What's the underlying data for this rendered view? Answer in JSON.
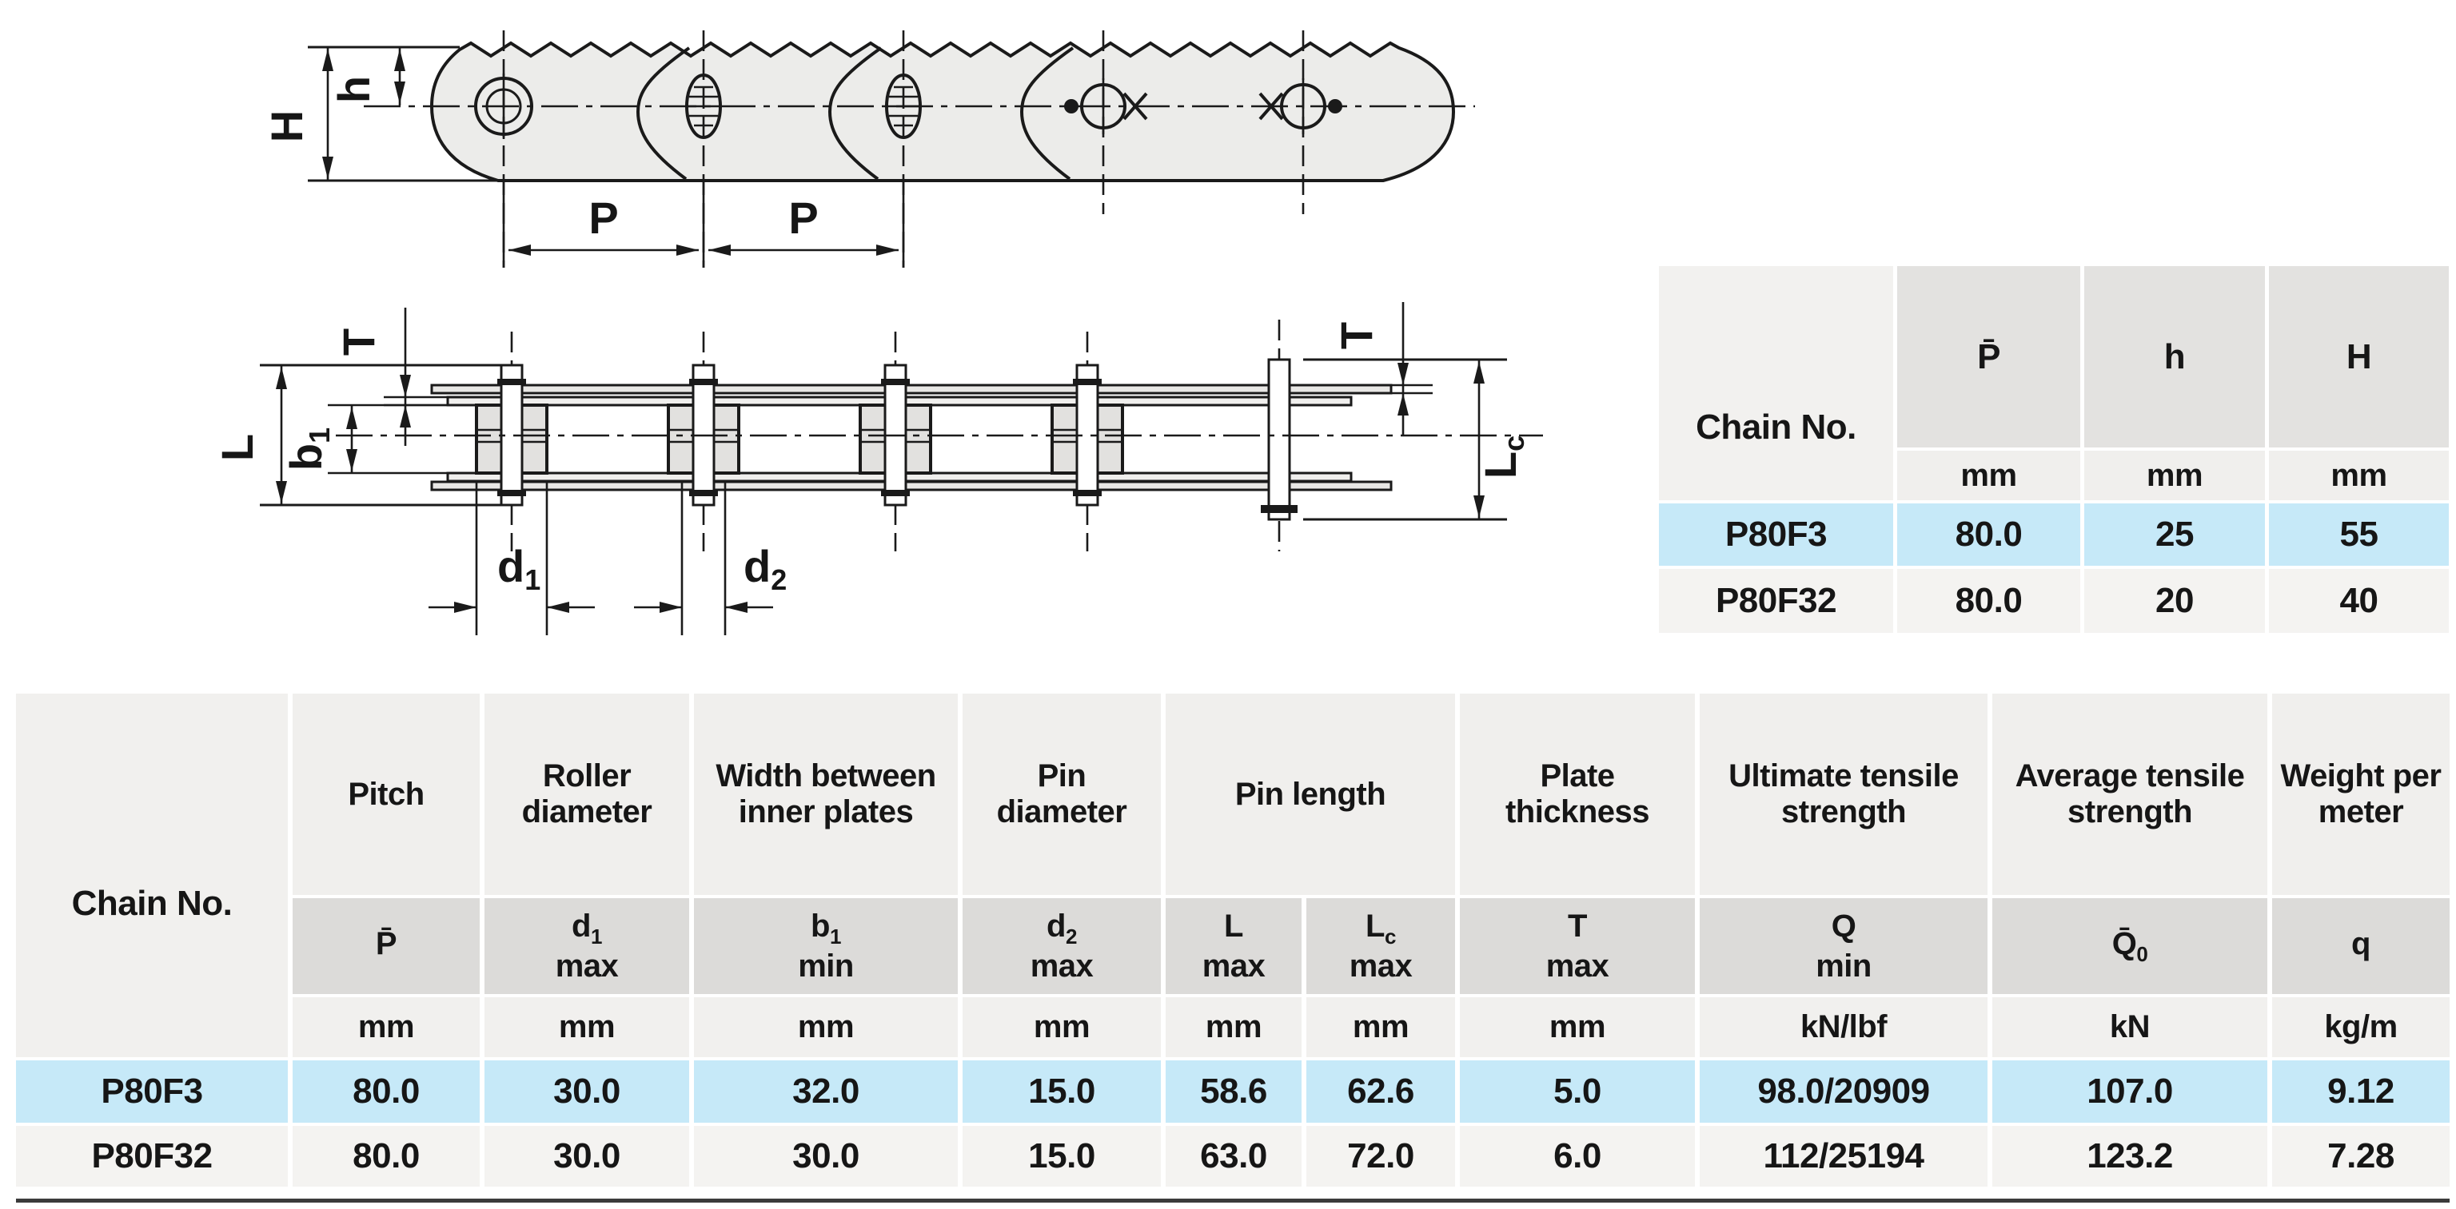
{
  "colors": {
    "highlight_row": "#c6e9f8",
    "header_gray": "#e3e2e0",
    "subheader_gray": "#dcdbd9",
    "cell_light": "#f1f0ee",
    "line": "#1a1a1a"
  },
  "side_view": {
    "labels": {
      "H": "H",
      "h": "h",
      "P_left": "P",
      "P_right": "P"
    }
  },
  "top_view": {
    "labels": {
      "T_left": "T",
      "T_right": "T",
      "L": "L",
      "b1_base": "b",
      "b1_sub": "1",
      "d1_base": "d",
      "d1_sub": "1",
      "d2_base": "d",
      "d2_sub": "2",
      "Lc_base": "L",
      "Lc_sub": "c"
    }
  },
  "top_table": {
    "chain_no_label": "Chain No.",
    "columns": [
      {
        "symbol": "P̄",
        "unit": "mm"
      },
      {
        "symbol": "h",
        "unit": "mm"
      },
      {
        "symbol": "H",
        "unit": "mm"
      }
    ],
    "rows": [
      {
        "name": "P80F3",
        "values": [
          "80.0",
          "25",
          "55"
        ]
      },
      {
        "name": "P80F32",
        "values": [
          "80.0",
          "20",
          "40"
        ]
      }
    ]
  },
  "bottom_table": {
    "chain_no_label": "Chain No.",
    "headers": {
      "pitch": "Pitch",
      "roller_diameter": "Roller diameter",
      "width_between_inner_plates": "Width between inner plates",
      "pin_diameter": "Pin diameter",
      "pin_length": "Pin length",
      "plate_thickness": "Plate thickness",
      "ultimate_tensile_strength": "Ultimate tensile strength",
      "average_tensile_strength": "Average tensile strength",
      "weight_per_meter": "Weight per meter"
    },
    "subheaders": [
      {
        "sym": "P̄",
        "sub": "",
        "qual": ""
      },
      {
        "sym": "d",
        "sub": "1",
        "qual": "max"
      },
      {
        "sym": "b",
        "sub": "1",
        "qual": "min"
      },
      {
        "sym": "d",
        "sub": "2",
        "qual": "max"
      },
      {
        "sym": "L",
        "sub": "",
        "qual": "max"
      },
      {
        "sym": "L",
        "sub": "c",
        "qual": "max"
      },
      {
        "sym": "T",
        "sub": "",
        "qual": "max"
      },
      {
        "sym": "Q",
        "sub": "",
        "qual": "min"
      },
      {
        "sym": "Q̄",
        "sub": "0",
        "qual": ""
      },
      {
        "sym": "q",
        "sub": "",
        "qual": ""
      }
    ],
    "units": [
      "mm",
      "mm",
      "mm",
      "mm",
      "mm",
      "mm",
      "mm",
      "kN/lbf",
      "kN",
      "kg/m"
    ],
    "rows": [
      {
        "name": "P80F3",
        "values": [
          "80.0",
          "30.0",
          "32.0",
          "15.0",
          "58.6",
          "62.6",
          "5.0",
          "98.0/20909",
          "107.0",
          "9.12"
        ]
      },
      {
        "name": "P80F32",
        "values": [
          "80.0",
          "30.0",
          "30.0",
          "15.0",
          "63.0",
          "72.0",
          "6.0",
          "112/25194",
          "123.2",
          "7.28"
        ]
      }
    ]
  }
}
